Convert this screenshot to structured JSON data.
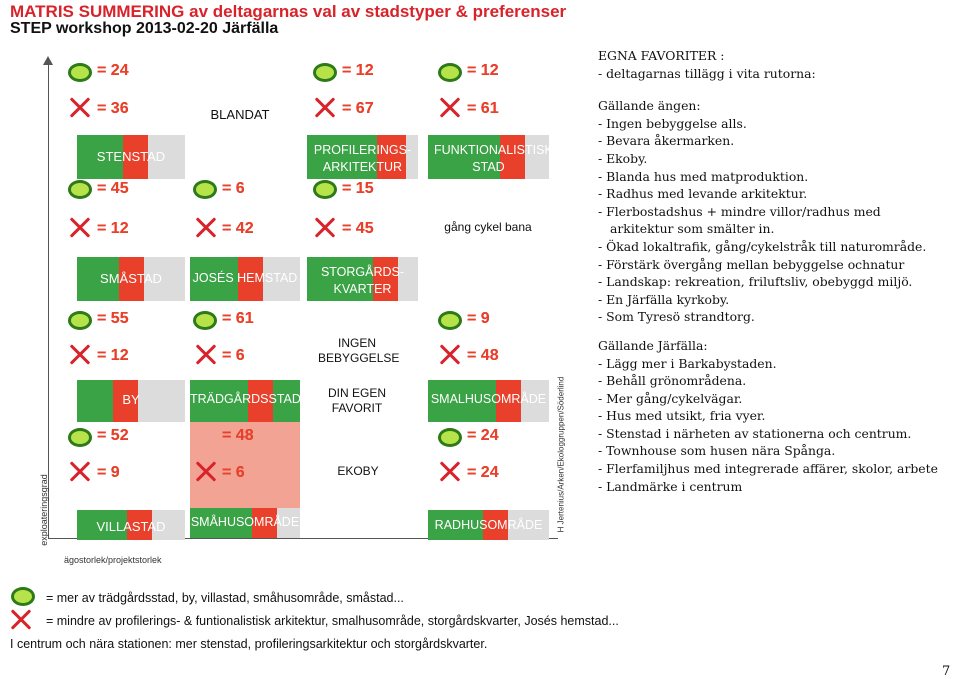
{
  "header": {
    "title": "MATRIS SUMMERING av deltagarnas val av stadstyper & preferenser",
    "subtitle": "STEP workshop 2013-02-20 Järfälla"
  },
  "axes": {
    "y_label": "exploateringsgrad",
    "x_label": "ägostorlek/projektstorlek",
    "credit": "H Jertenius/Arken/Ekologgruppen/Söderlind"
  },
  "cells": {
    "stenstad": "STENSTAD",
    "blandat": "BLANDAT",
    "profilering": "PROFILERINGS- ARKITEKTUR",
    "funktionalistisk": "FUNKTIONALISTISK STAD",
    "gang_cykel": "gång cykel bana",
    "smastad": "SMÅSTAD",
    "joses": "JOSÉS HEMSTAD",
    "storgard": "STORGÅRDS- KVARTER",
    "ingen": "INGEN BEBYGGELSE",
    "by": "BY",
    "tradgard": "TRÄDGÅRDSSTAD",
    "din_egen": "DIN EGEN FAVORIT",
    "smalhus": "SMALHUSOMRÅDE",
    "ekoby": "EKOBY",
    "villastad": "VILLASTAD",
    "smahus": "SMÅHUSOMRÅDE",
    "radhus": "RADHUSOMRÅDE"
  },
  "counts": {
    "c1_o": "= 24",
    "c1_x": "= 36",
    "c3_o": "= 12",
    "c3_x": "= 67",
    "c4_o": "= 12",
    "c4_x": "= 61",
    "c1_o2": "= 45",
    "c1_x2": "= 12",
    "c2_o2": "= 6",
    "c2_x2": "= 42",
    "c3_o2": "= 15",
    "c3_x2": "= 45",
    "c1_o3": "= 55",
    "c1_x3": "= 12",
    "c2_o3": "= 61",
    "c2_x3": "= 6",
    "c4_o3": "= 9",
    "c4_x3": "= 48",
    "c1_o4": "= 52",
    "c1_x4": "= 9",
    "c2_o4": "= 48",
    "c2_x4": "= 6",
    "c4_o4": "= 24",
    "c4_x4": "= 24"
  },
  "favorites": {
    "heading": "EGNA FAVORITER :",
    "subheading": "- deltagarnas tillägg i vita rutorna:",
    "angen_title": "Gällande ängen:",
    "angen_items": [
      "- Ingen bebyggelse alls.",
      "- Bevara åkermarken.",
      "- Ekoby.",
      "- Blanda hus med matproduktion.",
      "- Radhus med levande arkitektur.",
      "- Flerbostadshus + mindre villor/radhus med",
      "  arkitektur som smälter in.",
      "- Ökad lokaltrafik, gång/cykelstråk till naturområde.",
      "- Förstärk övergång mellan bebyggelse ochnatur",
      "- Landskap: rekreation, friluftsliv, obebyggd miljö.",
      "- En Järfälla kyrkoby.",
      "- Som Tyresö strandtorg."
    ],
    "jarfalla_title": "Gällande Järfälla:",
    "jarfalla_items": [
      "- Lägg mer i Barkabystaden.",
      "- Behåll grönområdena.",
      "- Mer gång/cykelvägar.",
      "- Hus med utsikt, fria vyer.",
      "- Stenstad i närheten av stationerna och centrum.",
      "- Townhouse som husen nära Spånga.",
      "- Flerfamiljhus med integrerade affärer, skolor, arbete",
      "- Landmärke i centrum"
    ]
  },
  "legend": {
    "more": "= mer av trädgårdsstad, by, villastad, småhusområde, småstad...",
    "less": "= mindre av profilerings- & funtionalistisk arkitektur, smalhusområde, storgårdskvarter, Josés hemstad...",
    "centrum": "I centrum och nära stationen: mer stenstad, profileringsarkitektur och storgårdskvarter."
  },
  "page_number": "7"
}
